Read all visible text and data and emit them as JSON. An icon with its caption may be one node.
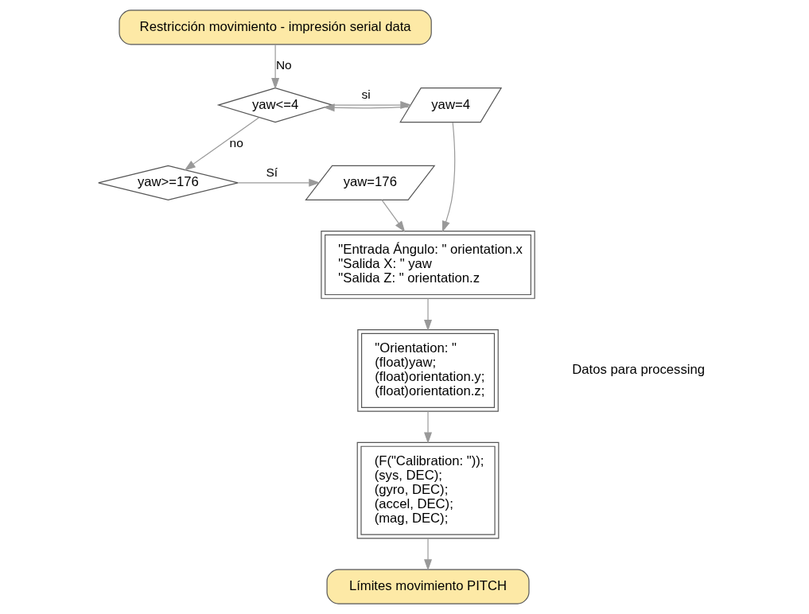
{
  "diagram": {
    "nodes": [
      {
        "text": [
          "Restricción movimiento - impresión serial data"
        ]
      },
      {
        "text": [
          "yaw<=4"
        ]
      },
      {
        "text": [
          "yaw=4"
        ]
      },
      {
        "text": [
          "yaw>=176"
        ]
      },
      {
        "text": [
          "yaw=176"
        ]
      },
      {
        "text": [
          "\"Entrada Ángulo: \" orientation.x",
          "\"Salida X: \" yaw",
          "\"Salida Z: \" orientation.z"
        ]
      },
      {
        "text": [
          "\"Orientation: \"",
          "(float)yaw;",
          "(float)orientation.y;",
          "(float)orientation.z;"
        ]
      },
      {
        "text": [
          "(F(\"Calibration: \"));",
          "(sys, DEC);",
          "(gyro, DEC);",
          "(accel, DEC);",
          "(mag, DEC);"
        ]
      },
      {
        "text": [
          "Límites movimiento PITCH"
        ]
      }
    ],
    "edges": [
      {
        "from": 0,
        "to": 1,
        "arrow": "to",
        "label": "No"
      },
      {
        "from": 1,
        "to": 2,
        "arrow": "to",
        "label": "si"
      },
      {
        "from": 2,
        "to": 1,
        "arrow": "to"
      },
      {
        "from": 1,
        "to": 3,
        "arrow": "to",
        "label": "no"
      },
      {
        "from": 3,
        "to": 4,
        "arrow": "to",
        "label": "Sí"
      },
      {
        "from": 2,
        "to": 5,
        "arrow": "to"
      },
      {
        "from": 4,
        "to": 5,
        "arrow": "to"
      },
      {
        "from": 5,
        "to": 6,
        "arrow": "to"
      },
      {
        "from": 6,
        "to": 7,
        "arrow": "to"
      },
      {
        "from": 7,
        "to": 8,
        "arrow": "to"
      }
    ],
    "labels": [
      "Datos para processing"
    ]
  }
}
